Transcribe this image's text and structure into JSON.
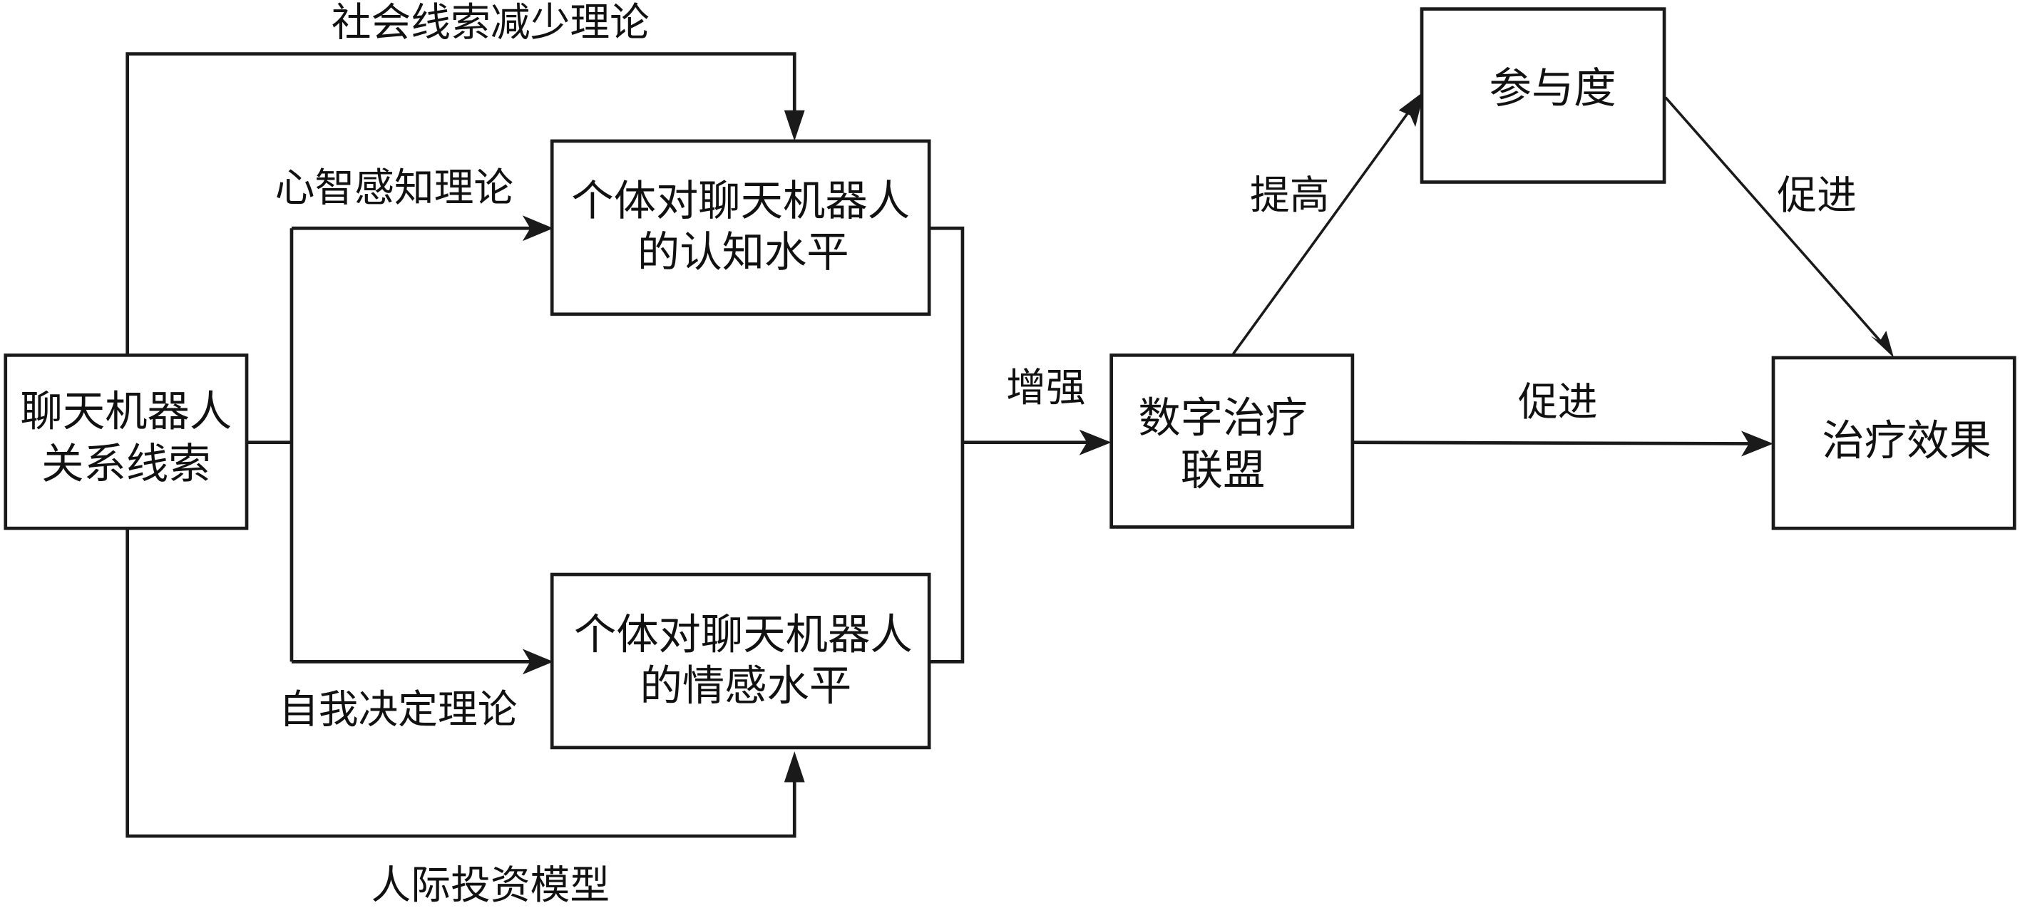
{
  "diagram": {
    "nodes": {
      "cues": {
        "line1": "聊天机器人",
        "line2": "关系线索"
      },
      "cognition": {
        "line1": "个体对聊天机器人",
        "line2": "的认知水平"
      },
      "emotion": {
        "line1": "个体对聊天机器人",
        "line2": "的情感水平"
      },
      "alliance": {
        "line1": "数字治疗",
        "line2": "联盟"
      },
      "engagement": {
        "line1": "参与度"
      },
      "outcome": {
        "line1": "治疗效果"
      }
    },
    "edges": {
      "social_cues": "社会线索减少理论",
      "mind_perception": "心智感知理论",
      "self_determination": "自我决定理论",
      "interpersonal_investment": "人际投资模型",
      "enhance": "增强",
      "improve": "提高",
      "promote_top": "促进",
      "promote_direct": "促进"
    },
    "colors": {
      "stroke": "#1a1a1a",
      "background": "#ffffff"
    }
  }
}
